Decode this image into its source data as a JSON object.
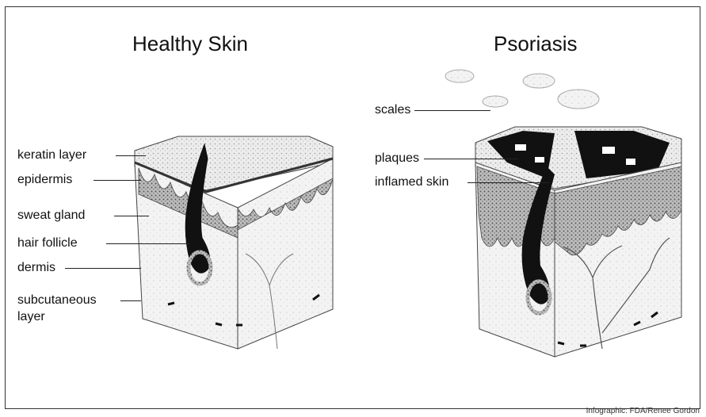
{
  "healthy": {
    "title": "Healthy Skin",
    "labels": {
      "keratin": "keratin layer",
      "epidermis": "epidermis",
      "sweat_gland": "sweat gland",
      "hair_follicle": "hair follicle",
      "dermis": "dermis",
      "subcutaneous_1": "subcutaneous",
      "subcutaneous_2": "layer"
    }
  },
  "psoriasis": {
    "title": "Psoriasis",
    "labels": {
      "scales": "scales",
      "plaques": "plaques",
      "inflamed": "inflamed skin"
    }
  },
  "credit": "Infographic: FDA/Renee Gordon"
}
